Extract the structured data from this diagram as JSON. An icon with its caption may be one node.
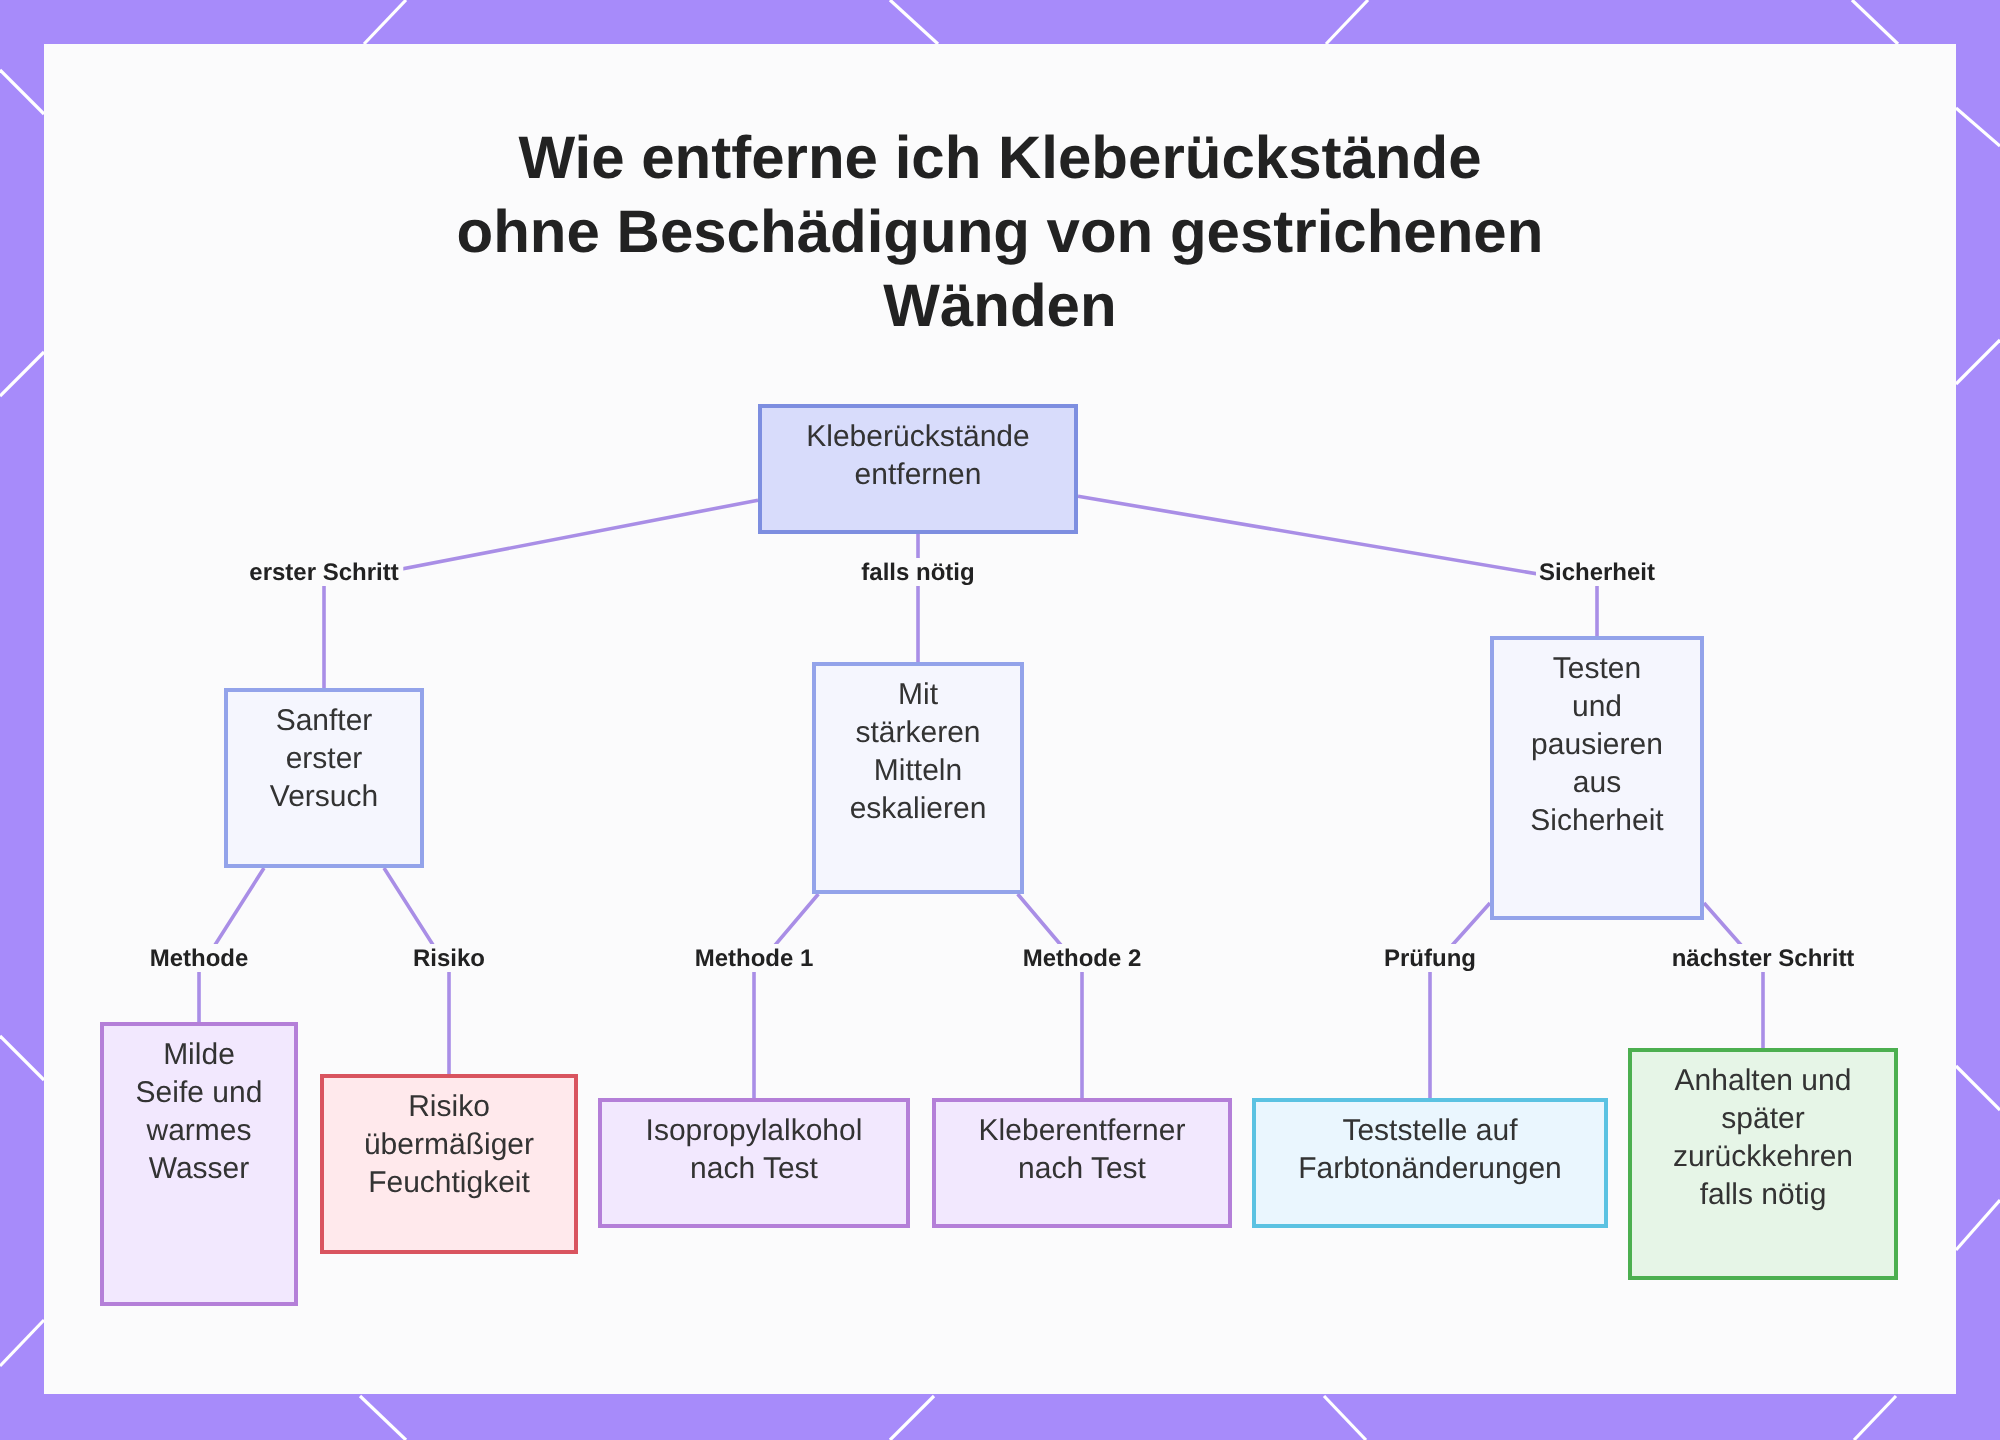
{
  "diagram": {
    "title": "Wie entferne ich Kleberückstände ohne Beschädigung von gestrichenen Wänden",
    "nodes": [
      {
        "text": [
          "Kleberückstände entfernen"
        ]
      },
      {
        "text": [
          "Sanfter erster Versuch"
        ]
      },
      {
        "text": [
          "Mit stärkeren Mitteln eskalieren"
        ]
      },
      {
        "text": [
          "Testen und pausieren aus Sicherheit"
        ]
      },
      {
        "text": [
          "Milde Seife und warmes Wasser"
        ]
      },
      {
        "text": [
          "Risiko übermäßiger Feuchtigkeit"
        ]
      },
      {
        "text": [
          "Isopropylalkohol nach Test"
        ]
      },
      {
        "text": [
          "Kleberentferner nach Test"
        ]
      },
      {
        "text": [
          "Teststelle auf Farbtonänderungen"
        ]
      },
      {
        "text": [
          "Anhalten und später zurückkehren falls nötig"
        ]
      }
    ],
    "edges": [
      {
        "from": 0,
        "to": 1,
        "arrow": "none",
        "label": "erster Schritt"
      },
      {
        "from": 0,
        "to": 2,
        "arrow": "none",
        "label": "falls nötig"
      },
      {
        "from": 0,
        "to": 3,
        "arrow": "none",
        "label": "Sicherheit"
      },
      {
        "from": 1,
        "to": 4,
        "arrow": "none",
        "label": "Methode"
      },
      {
        "from": 1,
        "to": 5,
        "arrow": "none",
        "label": "Risiko"
      },
      {
        "from": 2,
        "to": 6,
        "arrow": "none",
        "label": "Methode 1"
      },
      {
        "from": 2,
        "to": 7,
        "arrow": "none",
        "label": "Methode 2"
      },
      {
        "from": 3,
        "to": 8,
        "arrow": "none",
        "label": "Prüfung"
      },
      {
        "from": 3,
        "to": 9,
        "arrow": "none",
        "label": "nächster Schritt"
      }
    ]
  }
}
